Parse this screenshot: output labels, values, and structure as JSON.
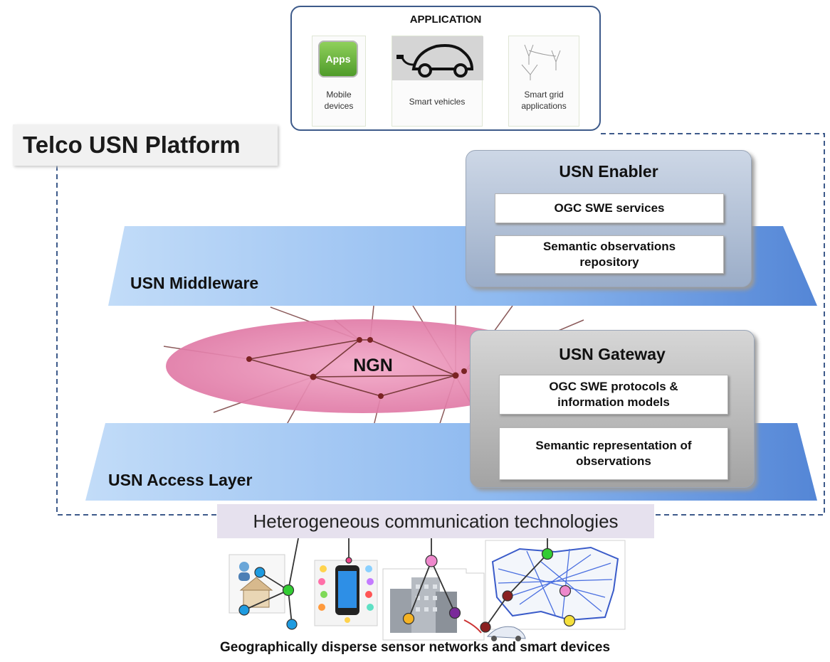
{
  "application": {
    "title": "APPLICATION",
    "tiles": [
      {
        "icon_text": "Apps",
        "label": "Mobile\ndevices"
      },
      {
        "label": "Smart vehicles"
      },
      {
        "label": "Smart grid\napplications"
      }
    ]
  },
  "platform": {
    "title": "Telco USN Platform"
  },
  "layers": {
    "middleware": "USN Middleware",
    "access": "USN Access Layer",
    "ngn": "NGN"
  },
  "enabler": {
    "title": "USN Enabler",
    "items": [
      "OGC SWE services",
      "Semantic observations\nrepository"
    ]
  },
  "gateway": {
    "title": "USN Gateway",
    "items": [
      "OGC SWE protocols &\ninformation models",
      "Semantic representation of\nobservations"
    ]
  },
  "hetero": "Heterogeneous communication technologies",
  "bottom_caption": "Geographically disperse sensor networks and smart devices",
  "colors": {
    "plane_light": "#bcd9f7",
    "plane_dark": "#5b8fd8",
    "ngn": "#e98fb4",
    "node_green": "#33cc33",
    "node_blue": "#1e9be0",
    "node_pink": "#ee88cc",
    "node_purple": "#7a2a9a",
    "node_yellow": "#f5e03c",
    "node_dark": "#8a2020"
  },
  "icons": [
    "apps-icon",
    "car-icon",
    "grid-icon",
    "house-icon",
    "phone-icon",
    "buildings-icon",
    "map-icon"
  ]
}
